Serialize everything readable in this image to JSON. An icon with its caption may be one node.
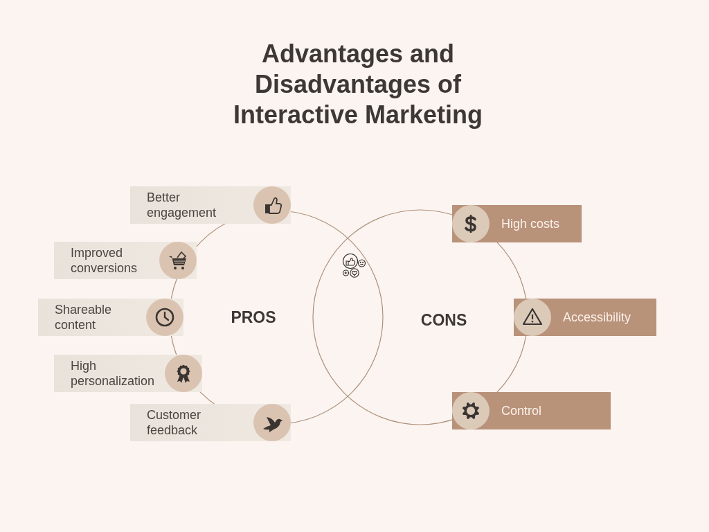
{
  "diagram": {
    "title": "Advantages and Disadvantages of Interactive Marketing",
    "nodes": [
      {
        "text": [
          "PROS"
        ]
      },
      {
        "text": [
          "Better engagement"
        ]
      },
      {
        "text": [
          "Improved conversions"
        ]
      },
      {
        "text": [
          "Shareable content"
        ]
      },
      {
        "text": [
          "High personalization"
        ]
      },
      {
        "text": [
          "Customer feedback"
        ]
      },
      {
        "text": [
          "CONS"
        ]
      },
      {
        "text": [
          "High costs"
        ]
      },
      {
        "text": [
          "Accessibility"
        ]
      },
      {
        "text": [
          "Control"
        ]
      }
    ]
  }
}
